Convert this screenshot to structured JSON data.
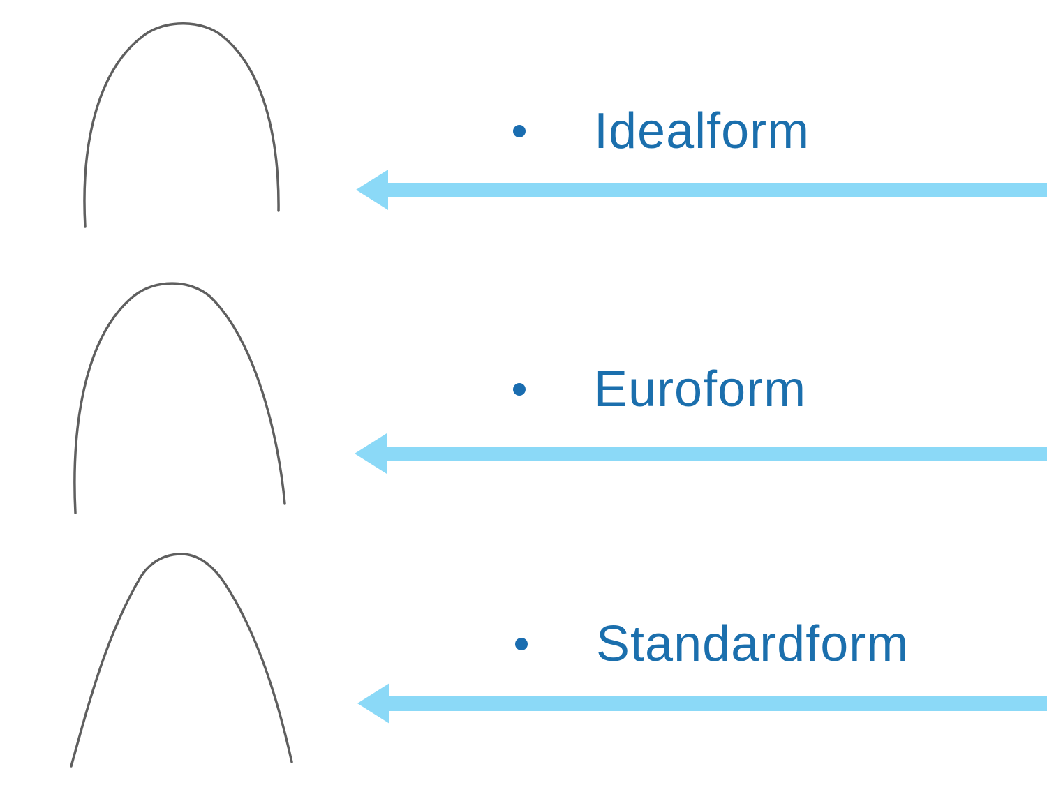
{
  "slide": {
    "rows": [
      {
        "label": "Idealform"
      },
      {
        "label": "Euroform"
      },
      {
        "label": "Standardform"
      }
    ]
  },
  "colors": {
    "label_text": "#1b6fad",
    "bullet": "#1a6db0",
    "arrow": "#8bd9f7",
    "curve": "#5f5f5f",
    "bg": "#ffffff"
  },
  "icons": {
    "arch_1": "idealform-arch-curve-icon",
    "arch_2": "euroform-arch-curve-icon",
    "arch_3": "standardform-arch-curve-icon",
    "arrow": "left-arrow-icon",
    "bullet": "bullet-dot-icon"
  }
}
